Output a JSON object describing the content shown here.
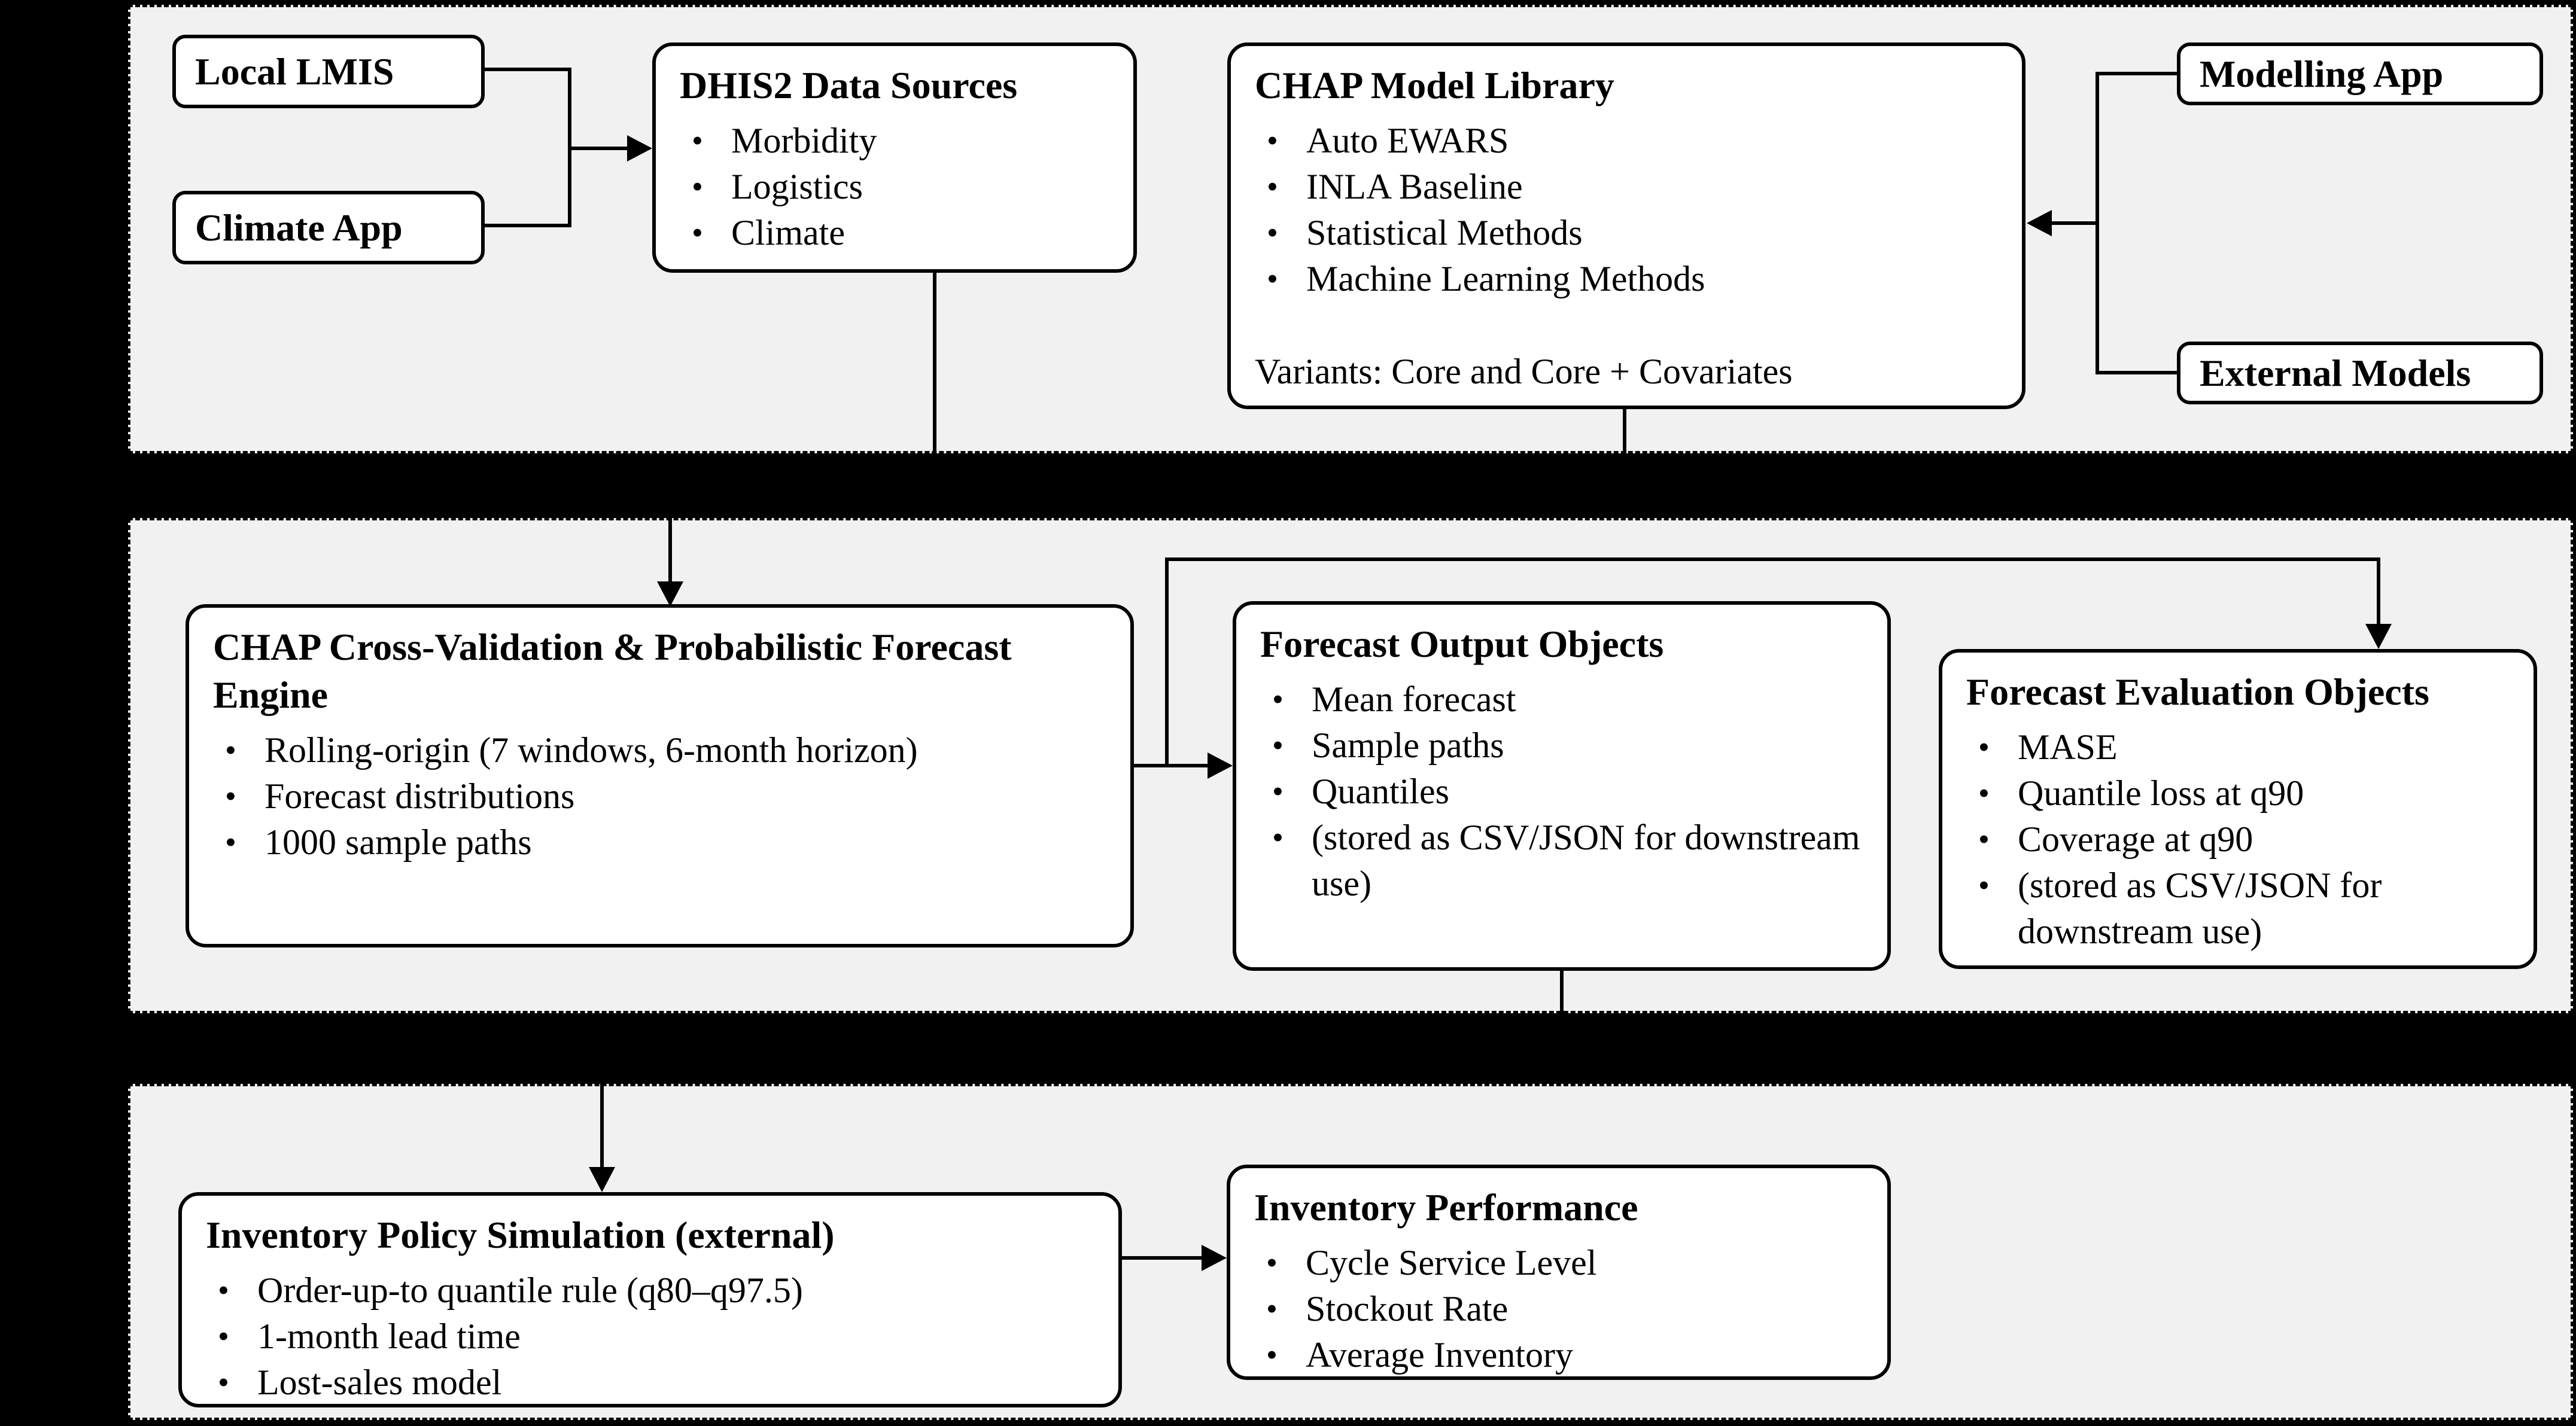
{
  "colors": {
    "background": "#000000",
    "panel_fill": "#f1f1f1",
    "box_fill": "#ffffff",
    "stroke": "#000000"
  },
  "boxes": {
    "local_lmis": {
      "title": "Local LMIS"
    },
    "climate_app": {
      "title": "Climate App"
    },
    "dhis2": {
      "title": "DHIS2 Data Sources",
      "bullets": [
        "Morbidity",
        "Logistics",
        "Climate"
      ]
    },
    "chap_library": {
      "title": "CHAP Model Library",
      "bullets": [
        "Auto EWARS",
        "INLA Baseline",
        "Statistical Methods",
        "Machine Learning Methods"
      ],
      "note": "Variants: Core and Core + Covariates"
    },
    "modelling_app": {
      "title": "Modelling App"
    },
    "external_models": {
      "title": "External Models"
    },
    "cv_engine": {
      "title": "CHAP Cross-Validation & Probabilistic Forecast Engine",
      "bullets": [
        "Rolling-origin (7 windows, 6-month horizon)",
        "Forecast distributions",
        "1000 sample paths"
      ]
    },
    "forecast_output": {
      "title": "Forecast Output Objects",
      "bullets": [
        "Mean forecast",
        "Sample paths",
        "Quantiles",
        "(stored as CSV/JSON for downstream use)"
      ]
    },
    "forecast_eval": {
      "title": "Forecast Evaluation Objects",
      "bullets": [
        "MASE",
        "Quantile loss at q90",
        "Coverage at q90",
        "(stored as CSV/JSON for downstream use)"
      ]
    },
    "inventory_policy": {
      "title": "Inventory Policy Simulation (external)",
      "bullets": [
        "Order-up-to quantile rule (q80–q97.5)",
        "1-month lead time",
        "Lost-sales model"
      ]
    },
    "inventory_performance": {
      "title": "Inventory Performance",
      "bullets": [
        "Cycle Service Level",
        "Stockout Rate",
        "Average Inventory"
      ]
    }
  }
}
